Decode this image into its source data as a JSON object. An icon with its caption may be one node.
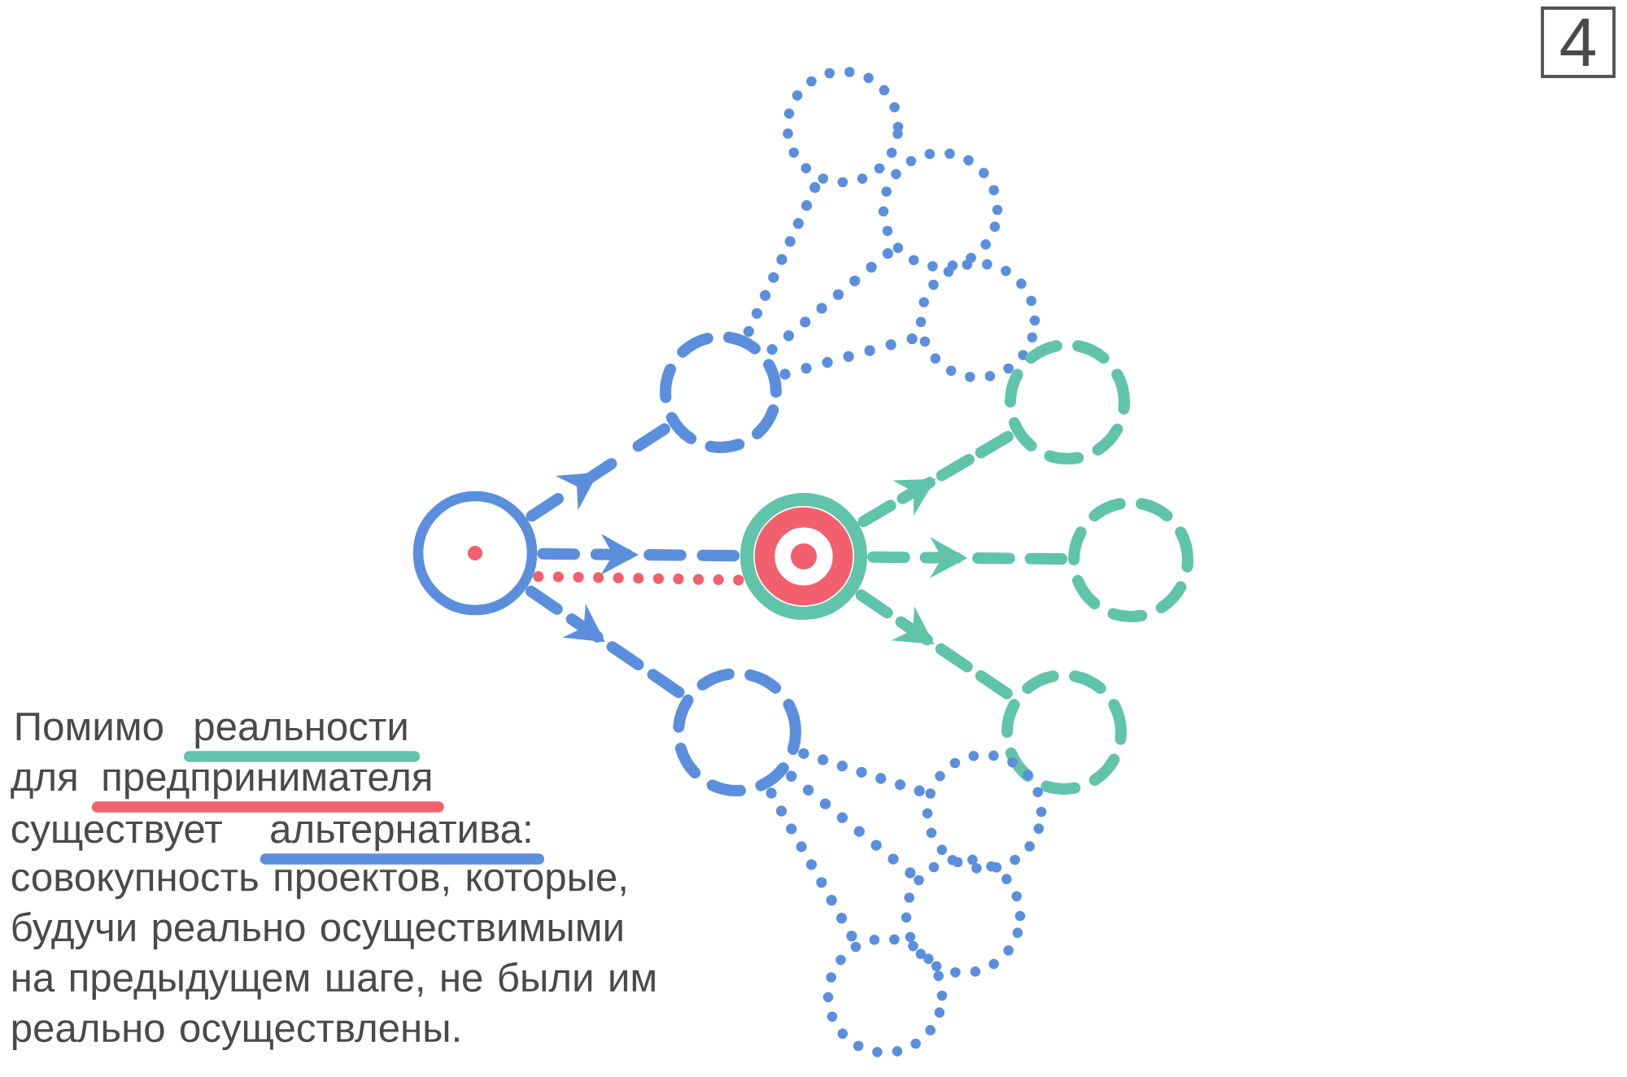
{
  "diagram": {
    "nodes": [
      {
        "text": [
          "4"
        ]
      },
      {
        "text": [],
        "shape": "circle"
      },
      {
        "text": [],
        "shape": "circle"
      },
      {
        "text": [],
        "shape": "circle"
      },
      {
        "text": [],
        "shape": "circle"
      },
      {
        "text": [],
        "shape": "circle"
      },
      {
        "text": [],
        "shape": "circle"
      },
      {
        "text": [],
        "shape": "circle"
      },
      {
        "text": [],
        "shape": "circle"
      },
      {
        "text": [],
        "shape": "circle"
      },
      {
        "text": [],
        "shape": "circle"
      },
      {
        "text": [],
        "shape": "circle"
      },
      {
        "text": [],
        "shape": "circle"
      },
      {
        "text": [],
        "shape": "circle"
      }
    ],
    "edges": [
      {
        "from": 1,
        "to": 2,
        "arrow": "to",
        "style": "dashed"
      },
      {
        "from": 1,
        "to": 3,
        "arrow": "to",
        "style": "dashed"
      },
      {
        "from": 1,
        "to": 4,
        "arrow": "to",
        "style": "dashed"
      },
      {
        "from": 1,
        "to": 3,
        "arrow": "none",
        "color": "#f2606e"
      },
      {
        "from": 3,
        "to": 8,
        "arrow": "to",
        "style": "dashed",
        "color": "#5fc4aa"
      },
      {
        "from": 3,
        "to": 9,
        "arrow": "to",
        "style": "dashed",
        "color": "#5fc4aa"
      },
      {
        "from": 3,
        "to": 10,
        "arrow": "to",
        "style": "dashed",
        "color": "#5fc4aa"
      },
      {
        "from": 2,
        "to": 5,
        "arrow": "none"
      },
      {
        "from": 2,
        "to": 6,
        "arrow": "none"
      },
      {
        "from": 2,
        "to": 7,
        "arrow": "none"
      },
      {
        "from": 4,
        "to": 11,
        "arrow": "none"
      },
      {
        "from": 4,
        "to": 12,
        "arrow": "none"
      },
      {
        "from": 4,
        "to": 13,
        "arrow": "none"
      }
    ],
    "labels": [
      "Помимо",
      "реальности",
      "для",
      "предпринимателя",
      "существует",
      "альтернатива:",
      "совокупность проектов, которые, будучи реально осуществимыми на предыдущем шаге, не были им реально осуществлены."
    ]
  }
}
